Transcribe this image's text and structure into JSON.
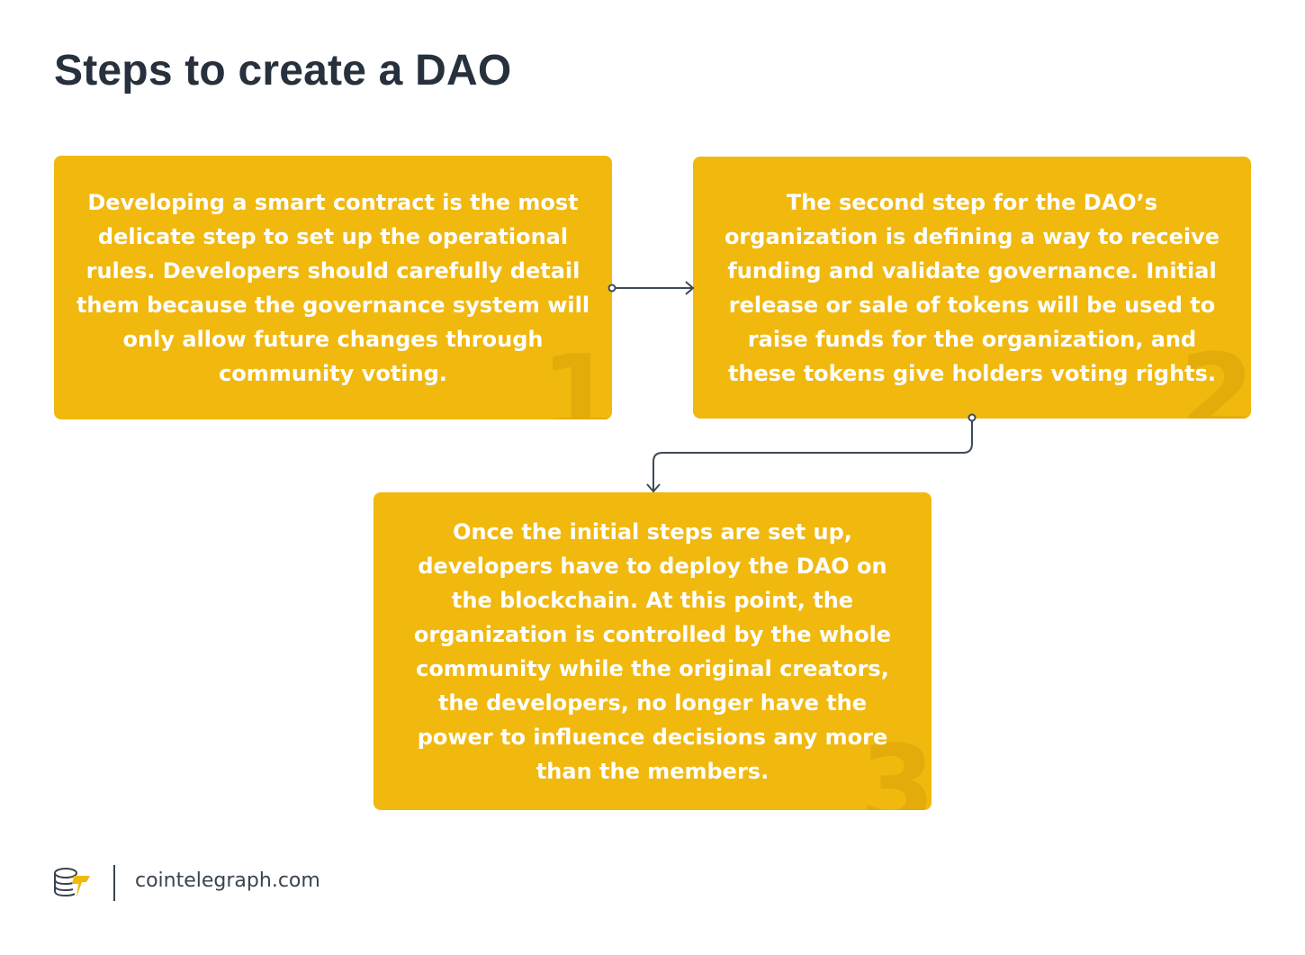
{
  "title": "Steps to create a DAO",
  "accent_color": "#f1b80e",
  "steps": [
    {
      "number": "1",
      "text": "Developing a smart contract is the most delicate step to set up the operational rules. Developers should carefully detail them because the governance system will only allow future changes through community voting."
    },
    {
      "number": "2",
      "text": "The second step for the DAO’s organization is defining a way to receive funding and validate governance. Initial release or sale of tokens will be used to raise funds for the organization, and these tokens give holders voting rights."
    },
    {
      "number": "3",
      "text": "Once the initial steps are set up, developers have to deploy the DAO on the blockchain. At this point, the organization is controlled by the whole community while the original creators, the developers, no longer have the power to influence decisions any more than the members."
    }
  ],
  "footer": {
    "logo_icon": "cointelegraph-logo-icon",
    "site": "cointelegraph.com"
  }
}
